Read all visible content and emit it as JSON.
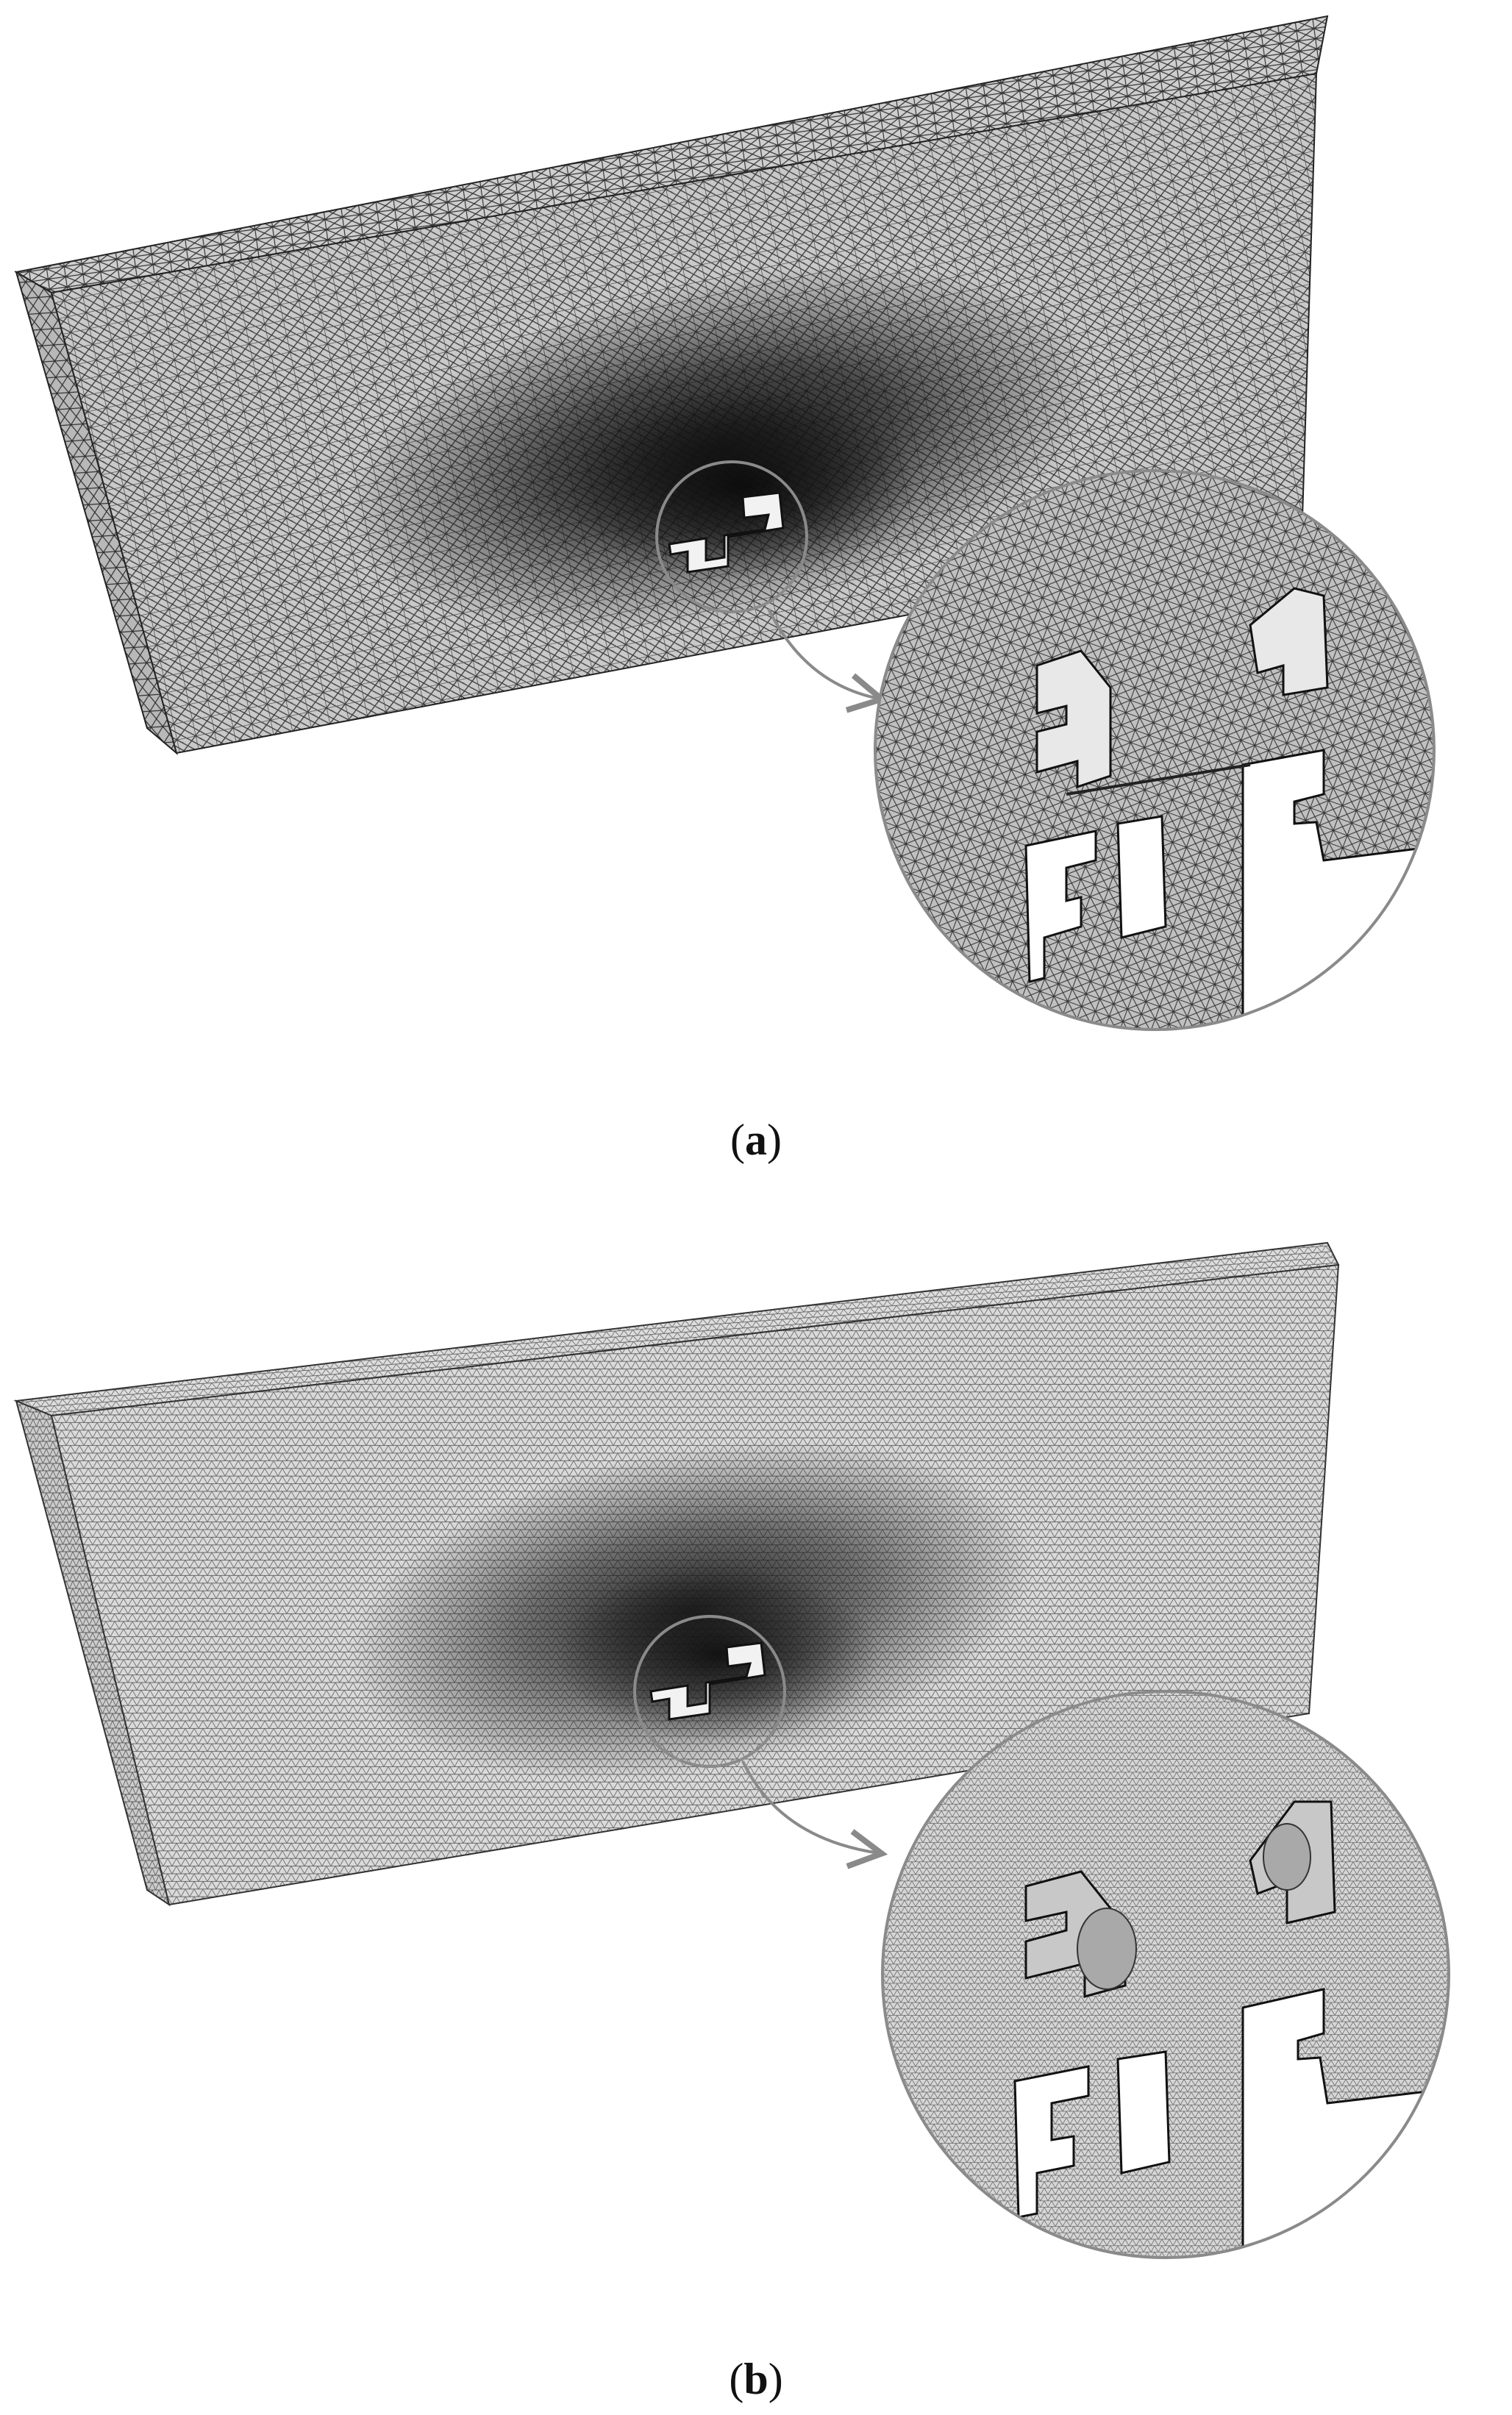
{
  "panels": [
    {
      "id": "a",
      "label": "a",
      "mesh_style": "coarse-irregular"
    },
    {
      "id": "b",
      "label": "b",
      "mesh_style": "fine-uniform"
    }
  ],
  "colors": {
    "mesh_light": "#c4c4c4",
    "mesh_dark": "#141414",
    "callout_stroke": "#8a8a8a",
    "label_text": "#111111"
  },
  "icons": [
    "magnifier-circle",
    "callout-arrow"
  ]
}
